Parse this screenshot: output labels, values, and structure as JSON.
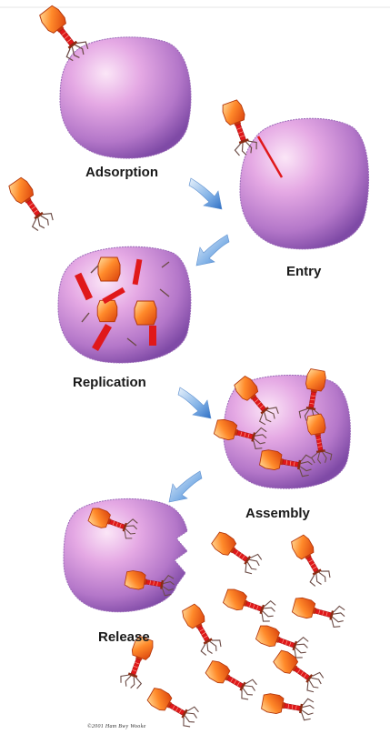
{
  "stages": {
    "adsorption": "Adsorption",
    "entry": "Entry",
    "replication": "Replication",
    "assembly": "Assembly",
    "release": "Release"
  },
  "credit": "©2001 Ham Bwy Wooke",
  "colors": {
    "cell_light": "#f4c9ee",
    "cell_mid": "#c98bd6",
    "cell_dark": "#8a52ae",
    "phage_head": "#ff6a1a",
    "phage_head_light": "#ffd28a",
    "phage_tail": "#e0181a",
    "phage_fiber": "#7a5a55",
    "arrow": "#3d7fd0"
  },
  "icons": [
    "cell-icon",
    "bacteriophage-icon",
    "arrow-icon"
  ]
}
